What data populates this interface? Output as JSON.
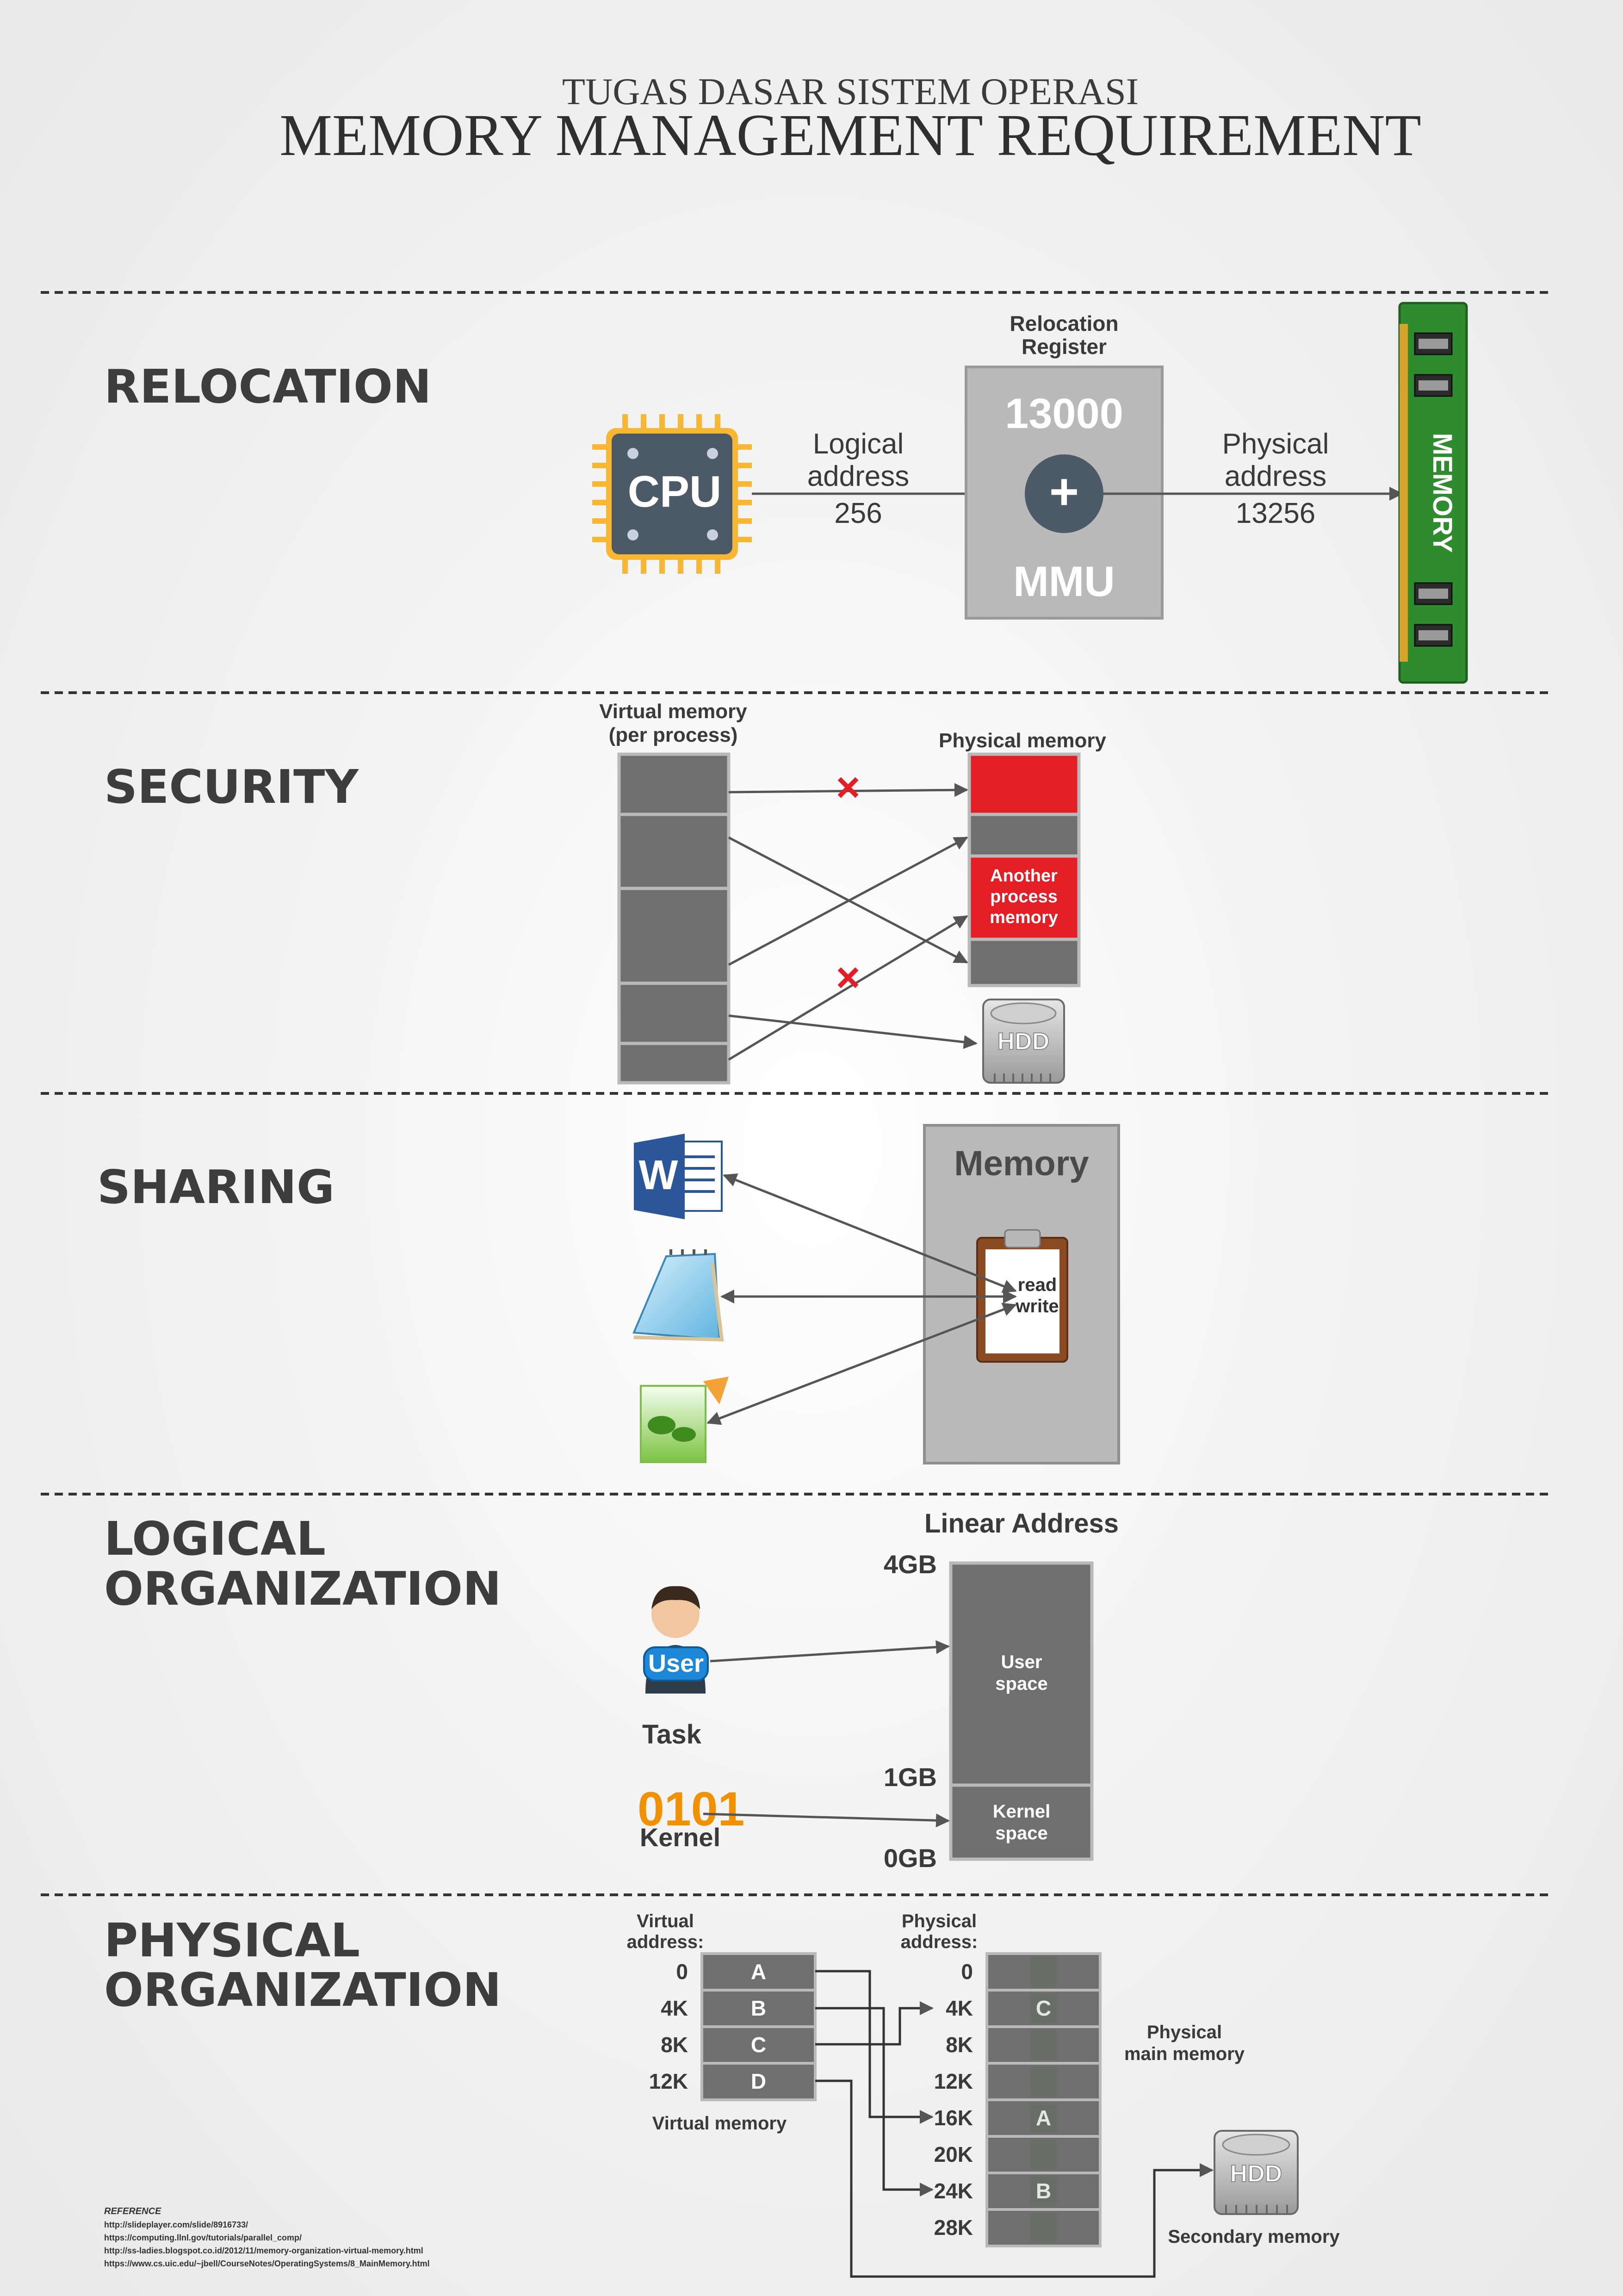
{
  "header": {
    "subtitle": "TUGAS DASAR SISTEM OPERASI",
    "title": "MEMORY MANAGEMENT REQUIREMENT"
  },
  "sections": {
    "relocation": {
      "heading": "RELOCATION",
      "cpu_label": "CPU",
      "logical_label_1": "Logical",
      "logical_label_2": "address",
      "logical_value": "256",
      "register_label_1": "Relocation",
      "register_label_2": "Register",
      "register_value": "13000",
      "adder_symbol": "+",
      "mmu_label": "MMU",
      "physical_label_1": "Physical",
      "physical_label_2": "address",
      "physical_value": "13256",
      "memory_stick_label": "MEMORY"
    },
    "security": {
      "heading": "SECURITY",
      "virtual_label_1": "Virtual memory",
      "virtual_label_2": "(per process)",
      "physical_label": "Physical memory",
      "another_1": "Another",
      "another_2": "process",
      "another_3": "memory",
      "hdd_label": "HDD",
      "blocked_mark": "×"
    },
    "sharing": {
      "heading": "SHARING",
      "memory_label": "Memory",
      "clip_read": "read",
      "clip_write": "write",
      "word_letter": "W"
    },
    "logical": {
      "heading_1": "LOGICAL",
      "heading_2": "ORGANIZATION",
      "linear_address": "Linear Address",
      "gb4": "4GB",
      "gb1": "1GB",
      "gb0": "0GB",
      "user_space_1": "User",
      "user_space_2": "space",
      "kernel_space_1": "Kernel",
      "kernel_space_2": "space",
      "user_badge": "User",
      "task_label": "Task",
      "binary_label": "0101",
      "kernel_label": "Kernel"
    },
    "physical": {
      "heading_1": "PHYSICAL",
      "heading_2": "ORGANIZATION",
      "virtual_addr_1": "Virtual",
      "virtual_addr_2": "address:",
      "physical_addr_1": "Physical",
      "physical_addr_2": "address:",
      "virtual_rows": [
        {
          "addr": "0",
          "page": "A"
        },
        {
          "addr": "4K",
          "page": "B"
        },
        {
          "addr": "8K",
          "page": "C"
        },
        {
          "addr": "12K",
          "page": "D"
        }
      ],
      "physical_rows": [
        {
          "addr": "0",
          "page": ""
        },
        {
          "addr": "4K",
          "page": "C"
        },
        {
          "addr": "8K",
          "page": ""
        },
        {
          "addr": "12K",
          "page": ""
        },
        {
          "addr": "16K",
          "page": "A"
        },
        {
          "addr": "20K",
          "page": ""
        },
        {
          "addr": "24K",
          "page": "B"
        },
        {
          "addr": "28K",
          "page": ""
        }
      ],
      "virtual_memory_label": "Virtual memory",
      "main_memory_1": "Physical",
      "main_memory_2": "main memory",
      "hdd_label": "HDD",
      "secondary_label": "Secondary memory"
    }
  },
  "reference": {
    "title": "REFERENCE",
    "links": [
      "http://slideplayer.com/slide/8916733/",
      "https://computing.llnl.gov/tutorials/parallel_comp/",
      "http://ss-ladies.blogspot.co.id/2012/11/memory-organization-virtual-memory.html",
      "https://www.cs.uic.edu/~jbell/CourseNotes/OperatingSystems/8_MainMemory.html"
    ]
  },
  "colors": {
    "heading": "#3d3d3d",
    "block_gray": "#6f6f6f",
    "mmu_gray": "#b9b9b9",
    "alert_red": "#e31e24",
    "cpu_gold": "#f7b733",
    "cpu_body": "#4b5a66",
    "ram_green": "#2e8b2e",
    "binary_orange": "#f29100"
  }
}
